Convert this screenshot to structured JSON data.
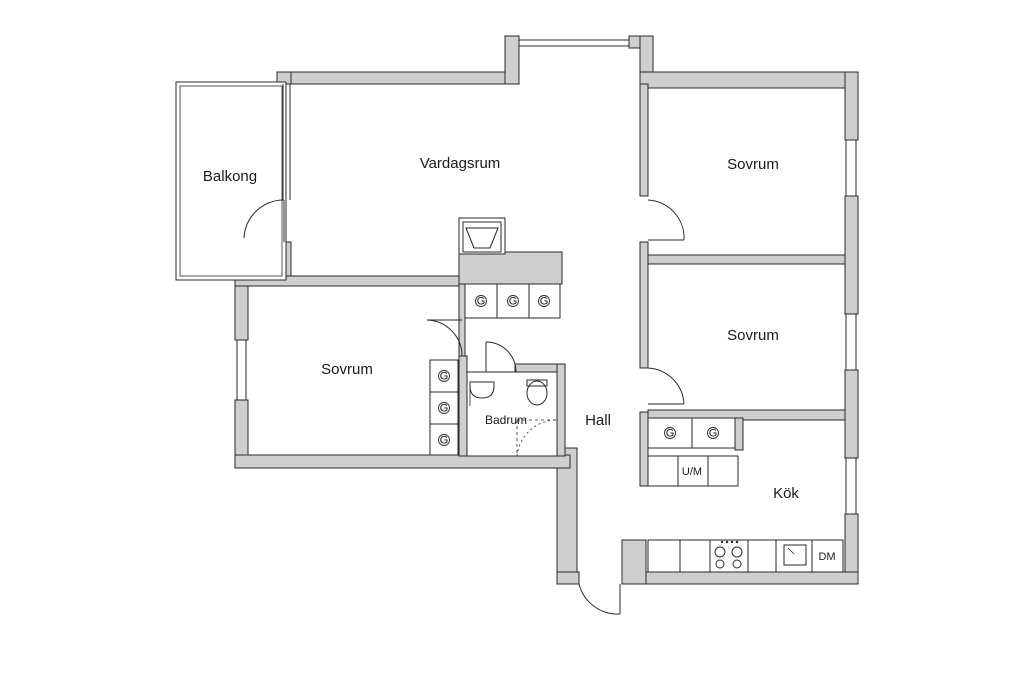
{
  "rooms": {
    "balkong": "Balkong",
    "vardagsrum": "Vardagsrum",
    "sovrum_top_right": "Sovrum",
    "sovrum_middle_right": "Sovrum",
    "sovrum_left": "Sovrum",
    "badrum": "Badrum",
    "hall": "Hall",
    "kok": "Kök"
  },
  "fixtures": {
    "wardrobe": "G",
    "washer_dryer": "U/M",
    "dishwasher": "DM"
  }
}
